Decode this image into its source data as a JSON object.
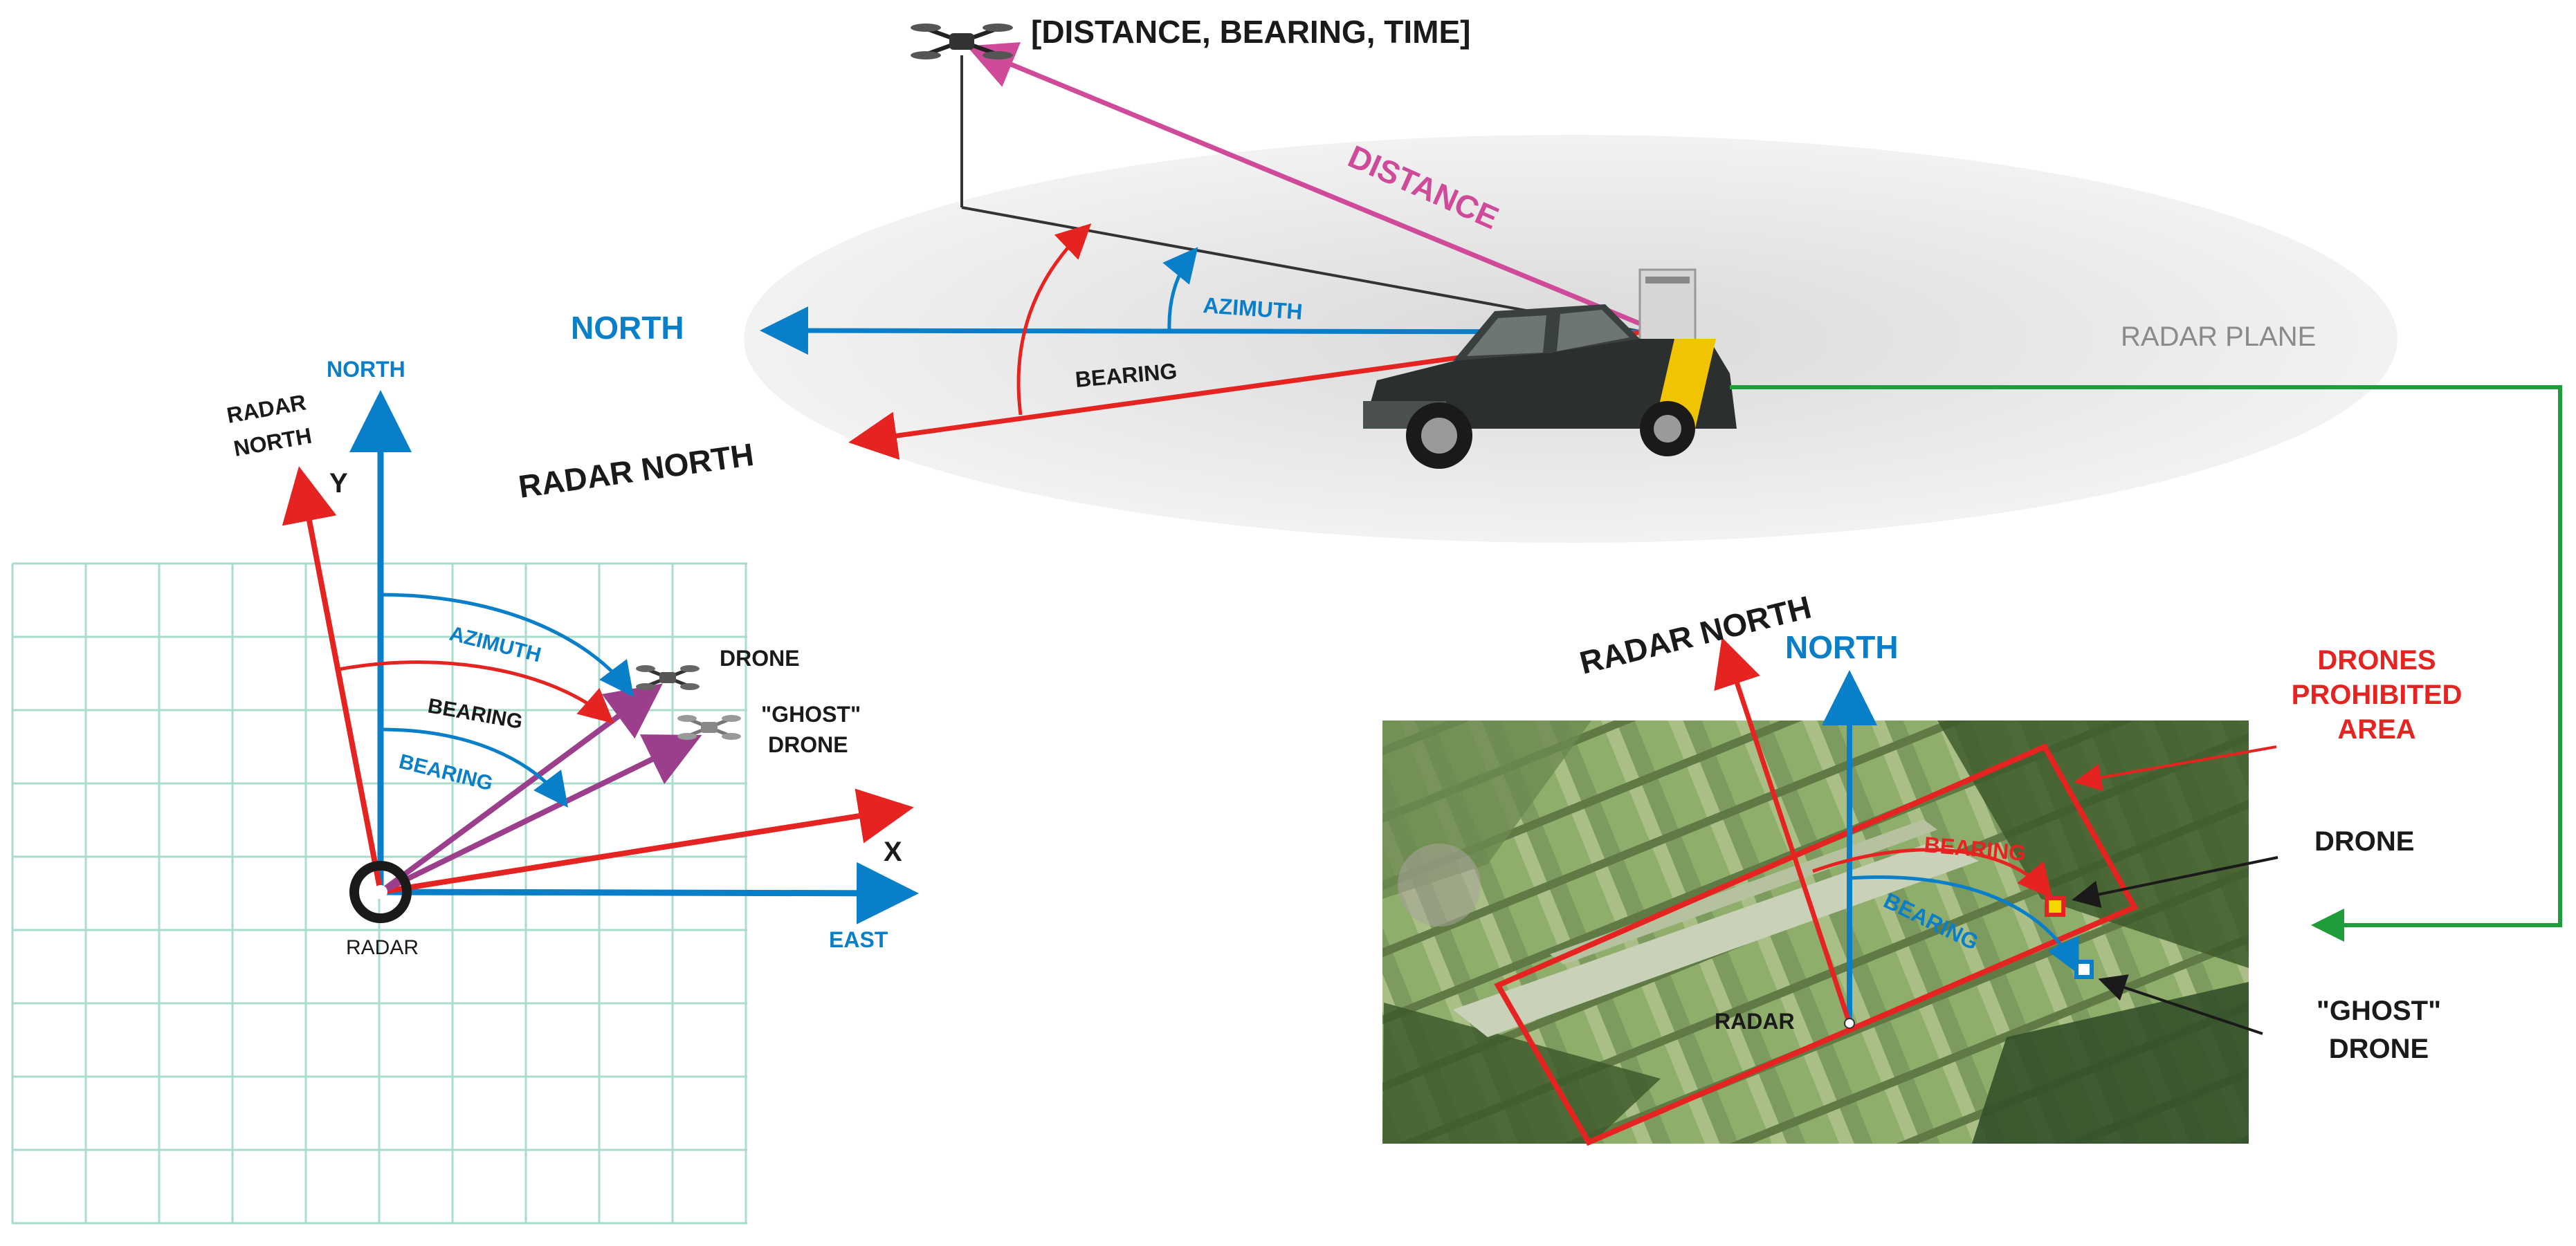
{
  "colors": {
    "north": "#0a7fc9",
    "radar_north": "#e52421",
    "distance": "#d04a9a",
    "link": "#1e9d3a",
    "grid": "#a9dccc",
    "drone_vector": "#9b3f8c",
    "text": "#1a1a1a",
    "plane_fill": "#e6e6e6",
    "plane_label": "#8a8a8a",
    "ghost_marker": "#0a7fc9",
    "drone_marker": "#f5d700"
  },
  "icons": [
    "drone-icon",
    "radar-icon",
    "vehicle-icon",
    "satellite-map-image"
  ],
  "top_scene": {
    "measurement_label": "[DISTANCE, BEARING, TIME]",
    "distance_label": "DISTANCE",
    "north_label": "NORTH",
    "azimuth_label": "AZIMUTH",
    "bearing_label": "BEARING",
    "radar_north_label": "RADAR NORTH",
    "plane_label": "RADAR PLANE"
  },
  "left_diagram": {
    "north_label": "NORTH",
    "radar_north_label_line1": "RADAR",
    "radar_north_label_line2": "NORTH",
    "y_label": "Y",
    "x_label": "X",
    "east_label": "EAST",
    "radar_label": "RADAR",
    "azimuth_label": "AZIMUTH",
    "bearing_black_label": "BEARING",
    "bearing_blue_label": "BEARING",
    "drone_label": "DRONE",
    "ghost_label_line1": "\"GHOST\"",
    "ghost_label_line2": "DRONE"
  },
  "map_panel": {
    "radar_north_label": "RADAR NORTH",
    "north_label": "NORTH",
    "prohibited_line1": "DRONES",
    "prohibited_line2": "PROHIBITED",
    "prohibited_line3": "AREA",
    "bearing_red_label": "BEARING",
    "bearing_blue_label": "BEARING",
    "drone_label": "DRONE",
    "ghost_label_line1": "\"GHOST\"",
    "ghost_label_line2": "DRONE",
    "radar_label": "RADAR"
  }
}
